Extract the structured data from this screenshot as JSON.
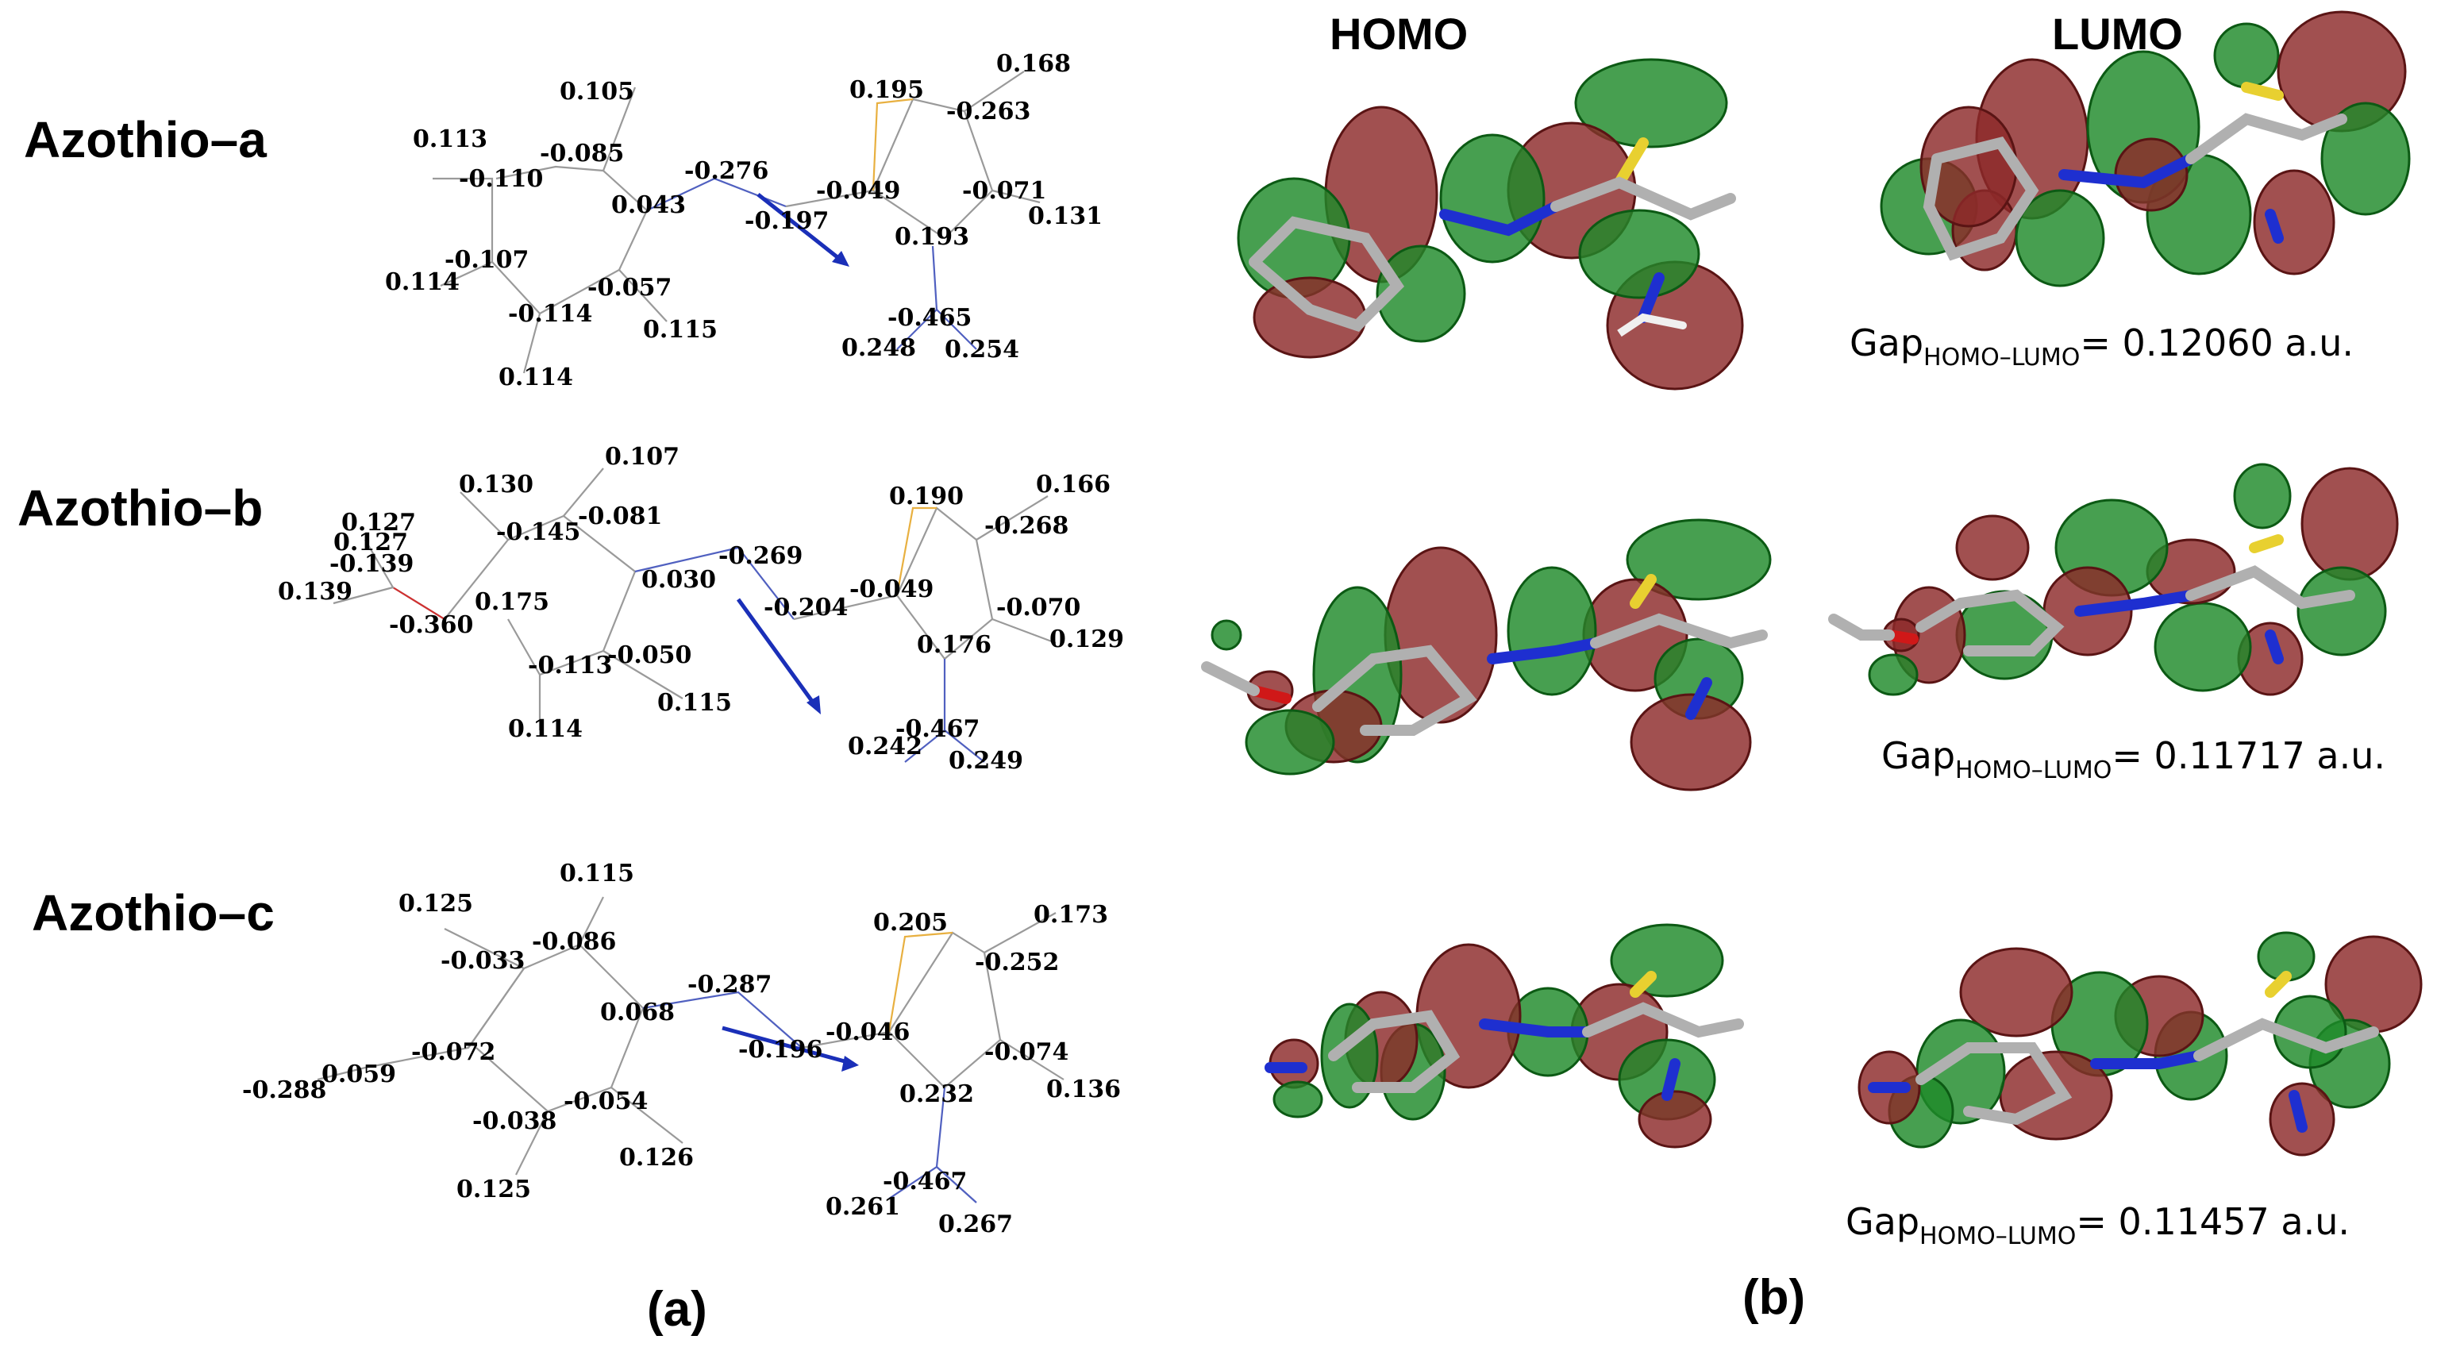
{
  "panel_labels": {
    "a": "(a)",
    "b": "(b)"
  },
  "orbital_headers": {
    "homo": "HOMO",
    "lumo": "LUMO"
  },
  "molecules": [
    {
      "name": "Azothio–a",
      "gap_prefix": "Gap",
      "gap_subscript": "HOMO–LUMO",
      "gap_value": "= 0.12060 a.u.",
      "charges": [
        "0.105",
        "0.113",
        "-0.085",
        "-0.110",
        "0.043",
        "-0.276",
        "-0.197",
        "0.195",
        "0.168",
        "-0.263",
        "-0.049",
        "-0.071",
        "0.131",
        "0.193",
        "-0.107",
        "0.114",
        "-0.057",
        "-0.114",
        "0.115",
        "-0.465",
        "0.248",
        "0.254",
        "0.114"
      ]
    },
    {
      "name": "Azothio–b",
      "gap_prefix": "Gap",
      "gap_subscript": "HOMO–LUMO",
      "gap_value": "= 0.11717 a.u.",
      "charges": [
        "0.107",
        "0.130",
        "0.127",
        "-0.081",
        "0.127",
        "-0.145",
        "-0.139",
        "0.139",
        "0.175",
        "-0.360",
        "0.030",
        "-0.269",
        "-0.204",
        "0.190",
        "0.166",
        "-0.268",
        "-0.049",
        "-0.070",
        "0.129",
        "0.176",
        "-0.113",
        "-0.050",
        "0.115",
        "0.114",
        "-0.467",
        "0.242",
        "0.249"
      ]
    },
    {
      "name": "Azothio–c",
      "gap_prefix": "Gap",
      "gap_subscript": "HOMO–LUMO",
      "gap_value": "= 0.11457 a.u.",
      "charges": [
        "0.115",
        "0.125",
        "-0.086",
        "-0.033",
        "0.068",
        "-0.287",
        "-0.196",
        "0.205",
        "0.173",
        "-0.252",
        "-0.046",
        "-0.074",
        "0.136",
        "0.232",
        "-0.072",
        "-0.288",
        "0.059",
        "-0.038",
        "-0.054",
        "0.126",
        "0.125",
        "-0.467",
        "0.261",
        "0.267"
      ]
    }
  ],
  "colors": {
    "positive_lobe": "#1e8a2a",
    "negative_lobe": "#8c2a2a",
    "dipole_arrow": "#1a2fb8"
  }
}
